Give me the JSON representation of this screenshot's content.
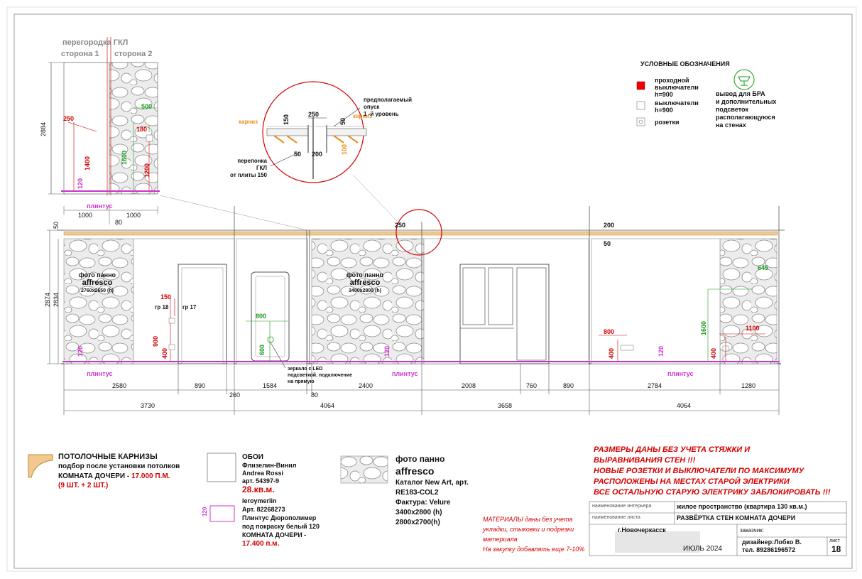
{
  "partition": {
    "title": "перегородка ГКЛ",
    "side1": "сторона 1",
    "side2": "сторона 2"
  },
  "legend": {
    "title": "УСЛОВНЫЕ ОБОЗНАЧЕНИЯ",
    "pass_switch": [
      "проходной",
      "выключатели",
      "h=900"
    ],
    "switch": [
      "выключатели",
      "h=900"
    ],
    "socket": "розетки",
    "sconce": [
      "вывод для БРА",
      "и дополнительных",
      "подсветок",
      "располагающуюся",
      "на стенах"
    ]
  },
  "detail": {
    "dim_250": "250",
    "dim_150": "150",
    "dim_50a": "50",
    "dim_50b": "50",
    "dim_200": "200",
    "dim_100": "100",
    "cornice_left": "карниз",
    "cornice_right": "карниз",
    "drop_note": [
      "предполагаемый",
      "опуск",
      "1 -й уровень"
    ],
    "partition_note": [
      "перепонка",
      "ГКЛ",
      "от плиты 150"
    ]
  },
  "top_dims": {
    "h2884": "2884",
    "d250": "250",
    "d500": "500",
    "d180": "180",
    "d1400": "1400",
    "d1600": "1600",
    "d1200": "1200",
    "d120": "120",
    "plinth": "плинтус",
    "w1000a": "1000",
    "w1000b": "1000",
    "w80": "80"
  },
  "wall_dims": {
    "h50": "50",
    "h2874": "2874",
    "h2834": "2834",
    "d250": "250",
    "d200": "200",
    "d50": "50",
    "d150": "150",
    "gr18": "гр 18",
    "gr17": "гр 17",
    "d900": "900",
    "d400a": "400",
    "d120a": "120",
    "d800a": "800",
    "d600": "600",
    "d120b": "120",
    "d800b": "800",
    "d400b": "400",
    "d120c": "120",
    "d1600": "1600",
    "d645": "645",
    "d1100": "1100",
    "d400c": "400",
    "plinth1": "плинтус",
    "plinth2": "плинтус",
    "plinth3": "плинтус",
    "mirror_note": [
      "зеркало с LED",
      "подсветкой. подключение",
      "на прямую"
    ],
    "panel1": [
      "фото панно",
      "affresco",
      "2760x2650 (h)"
    ],
    "panel2": [
      "фото панно",
      "affresco",
      "3400x2800 (h)"
    ]
  },
  "bottom_dims": {
    "row1": [
      "2580",
      "890",
      "260",
      "1584",
      "80",
      "2400",
      "2008",
      "760",
      "890",
      "2784",
      "1280"
    ],
    "row2": [
      "3730",
      "4064",
      "3658",
      "4064"
    ]
  },
  "notes": {
    "cornice": {
      "title": "ПОТОЛОЧНЫЕ КАРНИЗЫ",
      "sub": "подбор после установки потолков",
      "room": "КОМНАТА ДОЧЕРИ - ",
      "qty": "17.000 П.М.",
      "pcs": "(9 ШТ. + 2 ШТ.)"
    },
    "wallpaper": {
      "title": "ОБОИ",
      "l2": "Флизелин-Винил",
      "l3": "Andrea Rossi",
      "l4": "арт. 54397-9",
      "area": "28.кв.м."
    },
    "plinth": {
      "l1": "leroymerlin",
      "l2": "Арт. 82268273",
      "l3": "Плинтус Дюрополимер",
      "l4": "под покраску белый 120",
      "l5": "КОМНАТА ДОЧЕРИ -",
      "len": "17.400 п.м.",
      "swatch": "120"
    },
    "panel": {
      "t1": "фото панно",
      "t2": "affresco",
      "l3": "Каталог New Art, арт.",
      "l4": "RE183-COL2",
      "l5": "Фактура: Velure",
      "l6": "3400x2800 (h)",
      "l7": "2800x2700(h)"
    },
    "materials": [
      "МАТЕРИАЛЫ  даны без учета",
      "укладки, стыковки и подрезки",
      "материала",
      "На закупку добавлять еще 7-10%"
    ],
    "warning": [
      "РАЗМЕРЫ ДАНЫ БЕЗ УЧЕТА СТЯЖКИ И",
      "ВЫРАВНИВАНИЯ СТЕН !!!",
      "НОВЫЕ РОЗЕТКИ И ВЫКЛЮЧАТЕЛИ ПО МАКСИМУМУ",
      "РАСПОЛОЖЕНЫ НА МЕСТАХ СТАРОЙ ЭЛЕКТРИКИ",
      "ВСЕ ОСТАЛЬНУЮ СТАРУЮ ЭЛЕКТРИКУ ЗАБЛОКИРОВАТЬ !!!"
    ]
  },
  "title_block": {
    "interior_label": "наименование интерьера",
    "interior_value": "жилое пространство (квартира 130 кв.м.)",
    "sheet_label": "наименование листа",
    "sheet_value": "РАЗВЁРТКА СТЕН КОМНАТА ДОЧЕРИ",
    "city": "г.Новочеркасск",
    "customer": "заказчик:",
    "date": "ИЮЛЬ 2024",
    "designer": "дизайнер:Лобко В.",
    "phone": "тел. 89286196572",
    "sheet_label2": "лист",
    "sheet_no": "18"
  },
  "colors": {
    "red": "#d40000",
    "green": "#1a9a1a",
    "magenta": "#cc33cc",
    "orange": "#e8901a",
    "stone": "#d9d9d9"
  }
}
